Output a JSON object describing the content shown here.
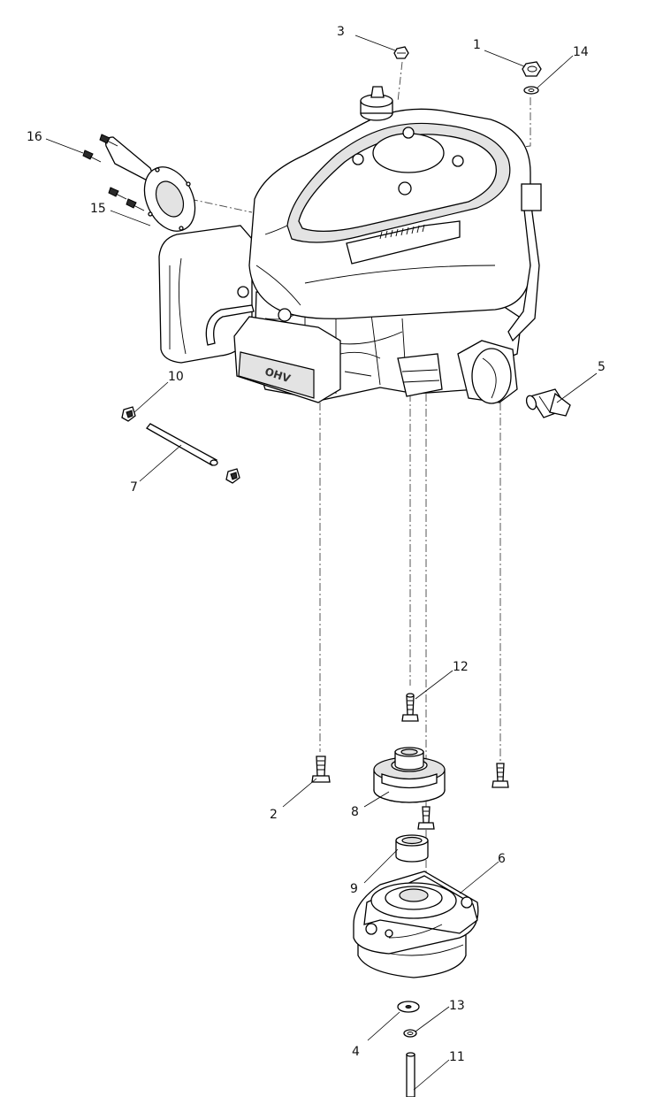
{
  "callouts": {
    "c1": "1",
    "c2": "2",
    "c3": "3",
    "c4": "4",
    "c5": "5",
    "c6": "6",
    "c7": "7",
    "c8": "8",
    "c9": "9",
    "c10": "10",
    "c11": "11",
    "c12": "12",
    "c13": "13",
    "c14": "14",
    "c15": "15",
    "c16": "16"
  },
  "engine_badge": "OHV",
  "colors": {
    "line": "#000000",
    "fill": "#ffffff",
    "shade": "#e3e3e3"
  }
}
